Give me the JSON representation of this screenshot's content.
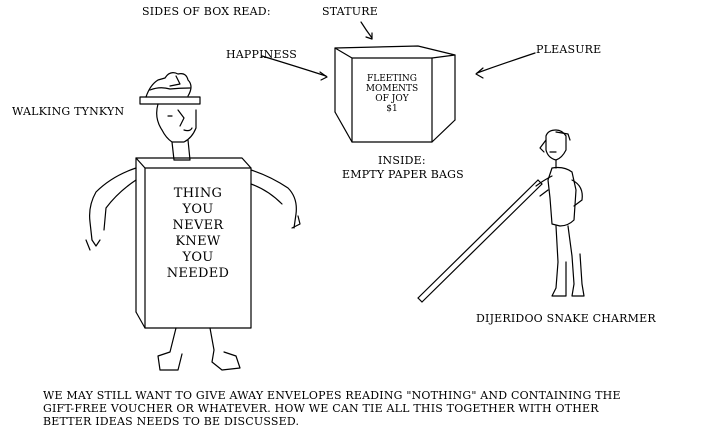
{
  "labels": {
    "sides_of_box_read": "SIDES OF BOX READ:",
    "stature": "STATURE",
    "happiness": "HAPPINESS",
    "pleasure": "PLEASURE",
    "walking_tynkyn": "WALKING TYNKYN",
    "inside": "INSIDE:",
    "empty_paper_bags": "EMPTY  PAPER BAGS",
    "dijeridoo_snake_charmer": "DIJERIDOO SNAKE CHARMER"
  },
  "box": {
    "lines": [
      "FLEETING",
      "MOMENTS",
      "OF JOY",
      "$1"
    ]
  },
  "sign": {
    "lines": [
      "THING",
      "YOU",
      "NEVER",
      "KNEW",
      "YOU",
      "NEEDED"
    ]
  },
  "footer": {
    "lines": [
      "WE MAY STILL WANT TO GIVE AWAY ENVELOPES READING \"NOTHING\" AND CONTAINING THE",
      "GIFT-FREE VOUCHER OR WHATEVER. HOW WE CAN TIE ALL THIS TOGETHER WITH OTHER",
      "BETTER IDEAS NEEDS TO BE DISCUSSED."
    ]
  }
}
